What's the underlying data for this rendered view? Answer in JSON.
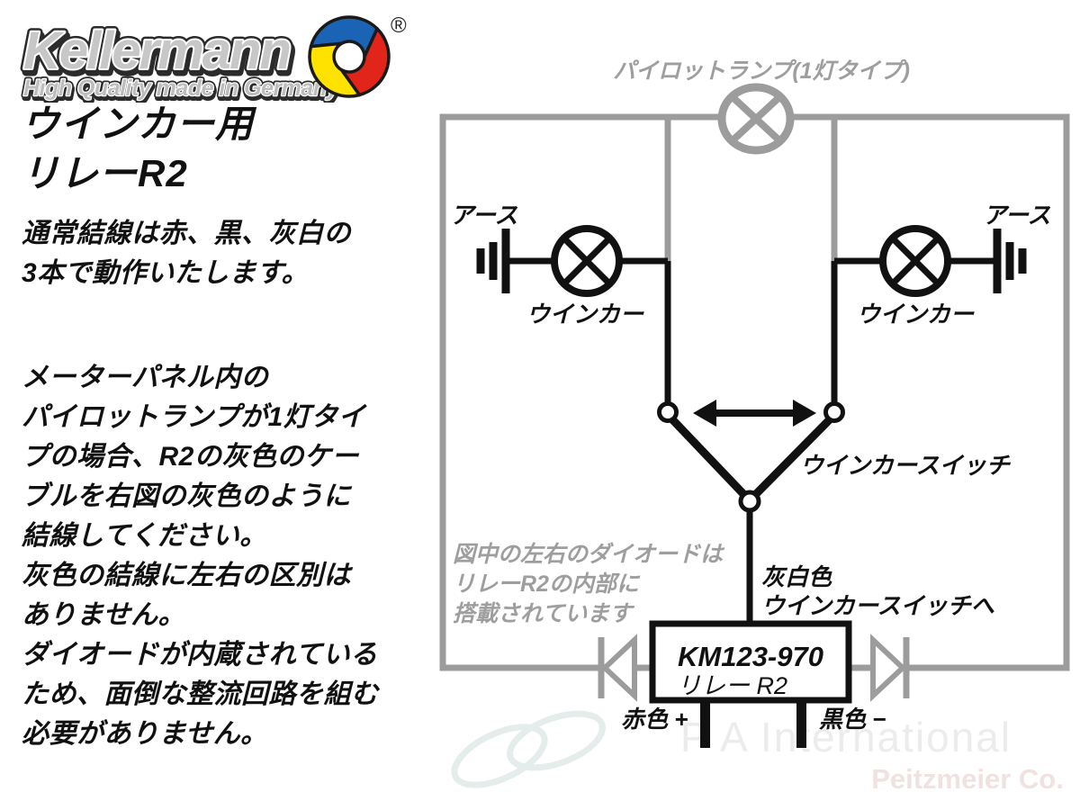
{
  "brand": {
    "wordmark": "Kellermann",
    "tagline": "High Quality made in Germany",
    "registered": "®"
  },
  "left_panel": {
    "title": "ウインカー用\nリレーR2",
    "intro": "通常結線は赤、黒、灰白の\n3本で動作いたします。",
    "body": "メーターパネル内の\nパイロットランプが1灯タイ\nプの場合、R2の灰色のケー\nブルを右図の灰色のように\n結線してください。\n灰色の結線に左右の区別は\nありません。\nダイオードが内蔵されている\nため、面倒な整流回路を組む\n必要がありません。"
  },
  "diagram": {
    "pilot_lamp_label": "パイロットランプ(1灯タイプ)",
    "earth_left": "アース",
    "earth_right": "アース",
    "winker_left": "ウインカー",
    "winker_right": "ウインカー",
    "switch_label": "ウインカースイッチ",
    "wire_color_label": "灰白色",
    "wire_dest_label": "ウインカースイッチへ",
    "note_lines": [
      "図中の左右のダイオードは",
      "リレーR2の内部に",
      "搭載されています"
    ],
    "relay_model": "KM123-970",
    "relay_name": "リレー R2",
    "red_label": "赤色 +",
    "black_label": "黒色 −",
    "colors": {
      "wire_gray": "#9c9c9c",
      "wire_black": "#111111",
      "logo_blue": "#1a63b5",
      "logo_red": "#e1251b",
      "logo_yellow": "#ffe200",
      "wordmark_fill": "#c7c7c7"
    }
  },
  "watermark": {
    "line1": "P A International",
    "line2": "Peitzmeier Co."
  }
}
